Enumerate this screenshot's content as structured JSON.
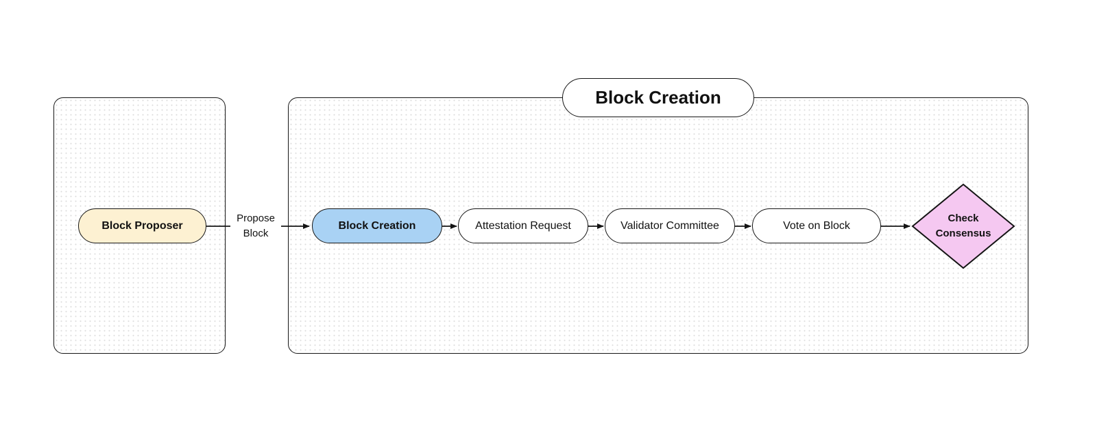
{
  "colors": {
    "canvas_bg": "#ffffff",
    "cluster_border": "#141414",
    "node_border": "#141414",
    "proposer_fill": "#fdf1d2",
    "highlight_fill": "#a9d2f4",
    "plain_fill": "#ffffff",
    "decision_fill": "#f5c8f1",
    "arrow": "#141414"
  },
  "clusters": {
    "right": {
      "title": "Block Creation"
    }
  },
  "nodes": {
    "proposer": {
      "label": "Block Proposer"
    },
    "creation": {
      "label": "Block Creation"
    },
    "attestation": {
      "label": "Attestation Request"
    },
    "committee": {
      "label": "Validator Committee"
    },
    "vote": {
      "label": "Vote on Block"
    },
    "decision": {
      "label": "Check Consensus"
    }
  },
  "edges": {
    "propose": {
      "label": "Propose Block"
    }
  }
}
